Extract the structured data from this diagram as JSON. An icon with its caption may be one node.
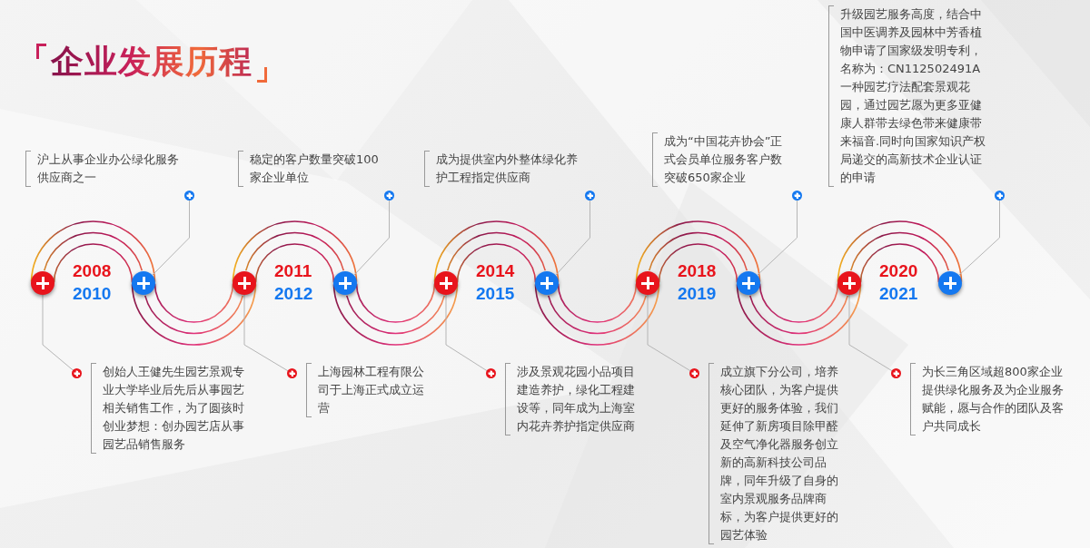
{
  "diagram": {
    "title": "企业发展历程",
    "nodes": [
      {
        "text": [],
        "shape": "circle"
      },
      {
        "text": [],
        "shape": "circle"
      },
      {
        "text": [],
        "shape": "circle"
      },
      {
        "text": [],
        "shape": "circle"
      },
      {
        "text": [],
        "shape": "circle"
      },
      {
        "text": [],
        "shape": "circle"
      },
      {
        "text": [],
        "shape": "circle"
      },
      {
        "text": [],
        "shape": "circle"
      },
      {
        "text": [],
        "shape": "circle"
      },
      {
        "text": [],
        "shape": "circle"
      },
      {
        "text": [
          "创始人王健先生园艺景观专业大学毕业后先后从事园艺相关销售工作，为了圆孩时创业梦想：创办园艺店从事园艺品销售服务"
        ]
      },
      {
        "text": [
          "沪上从事企业办公绿化服务供应商之一"
        ]
      },
      {
        "text": [
          "上海园林工程有限公司于上海正式成立运营"
        ]
      },
      {
        "text": [
          "稳定的客户数量突破100家企业单位"
        ]
      },
      {
        "text": [
          "涉及景观花园小品项目建造养护，绿化工程建设等，同年成为上海室内花卉养护指定供应商"
        ]
      },
      {
        "text": [
          "成为提供室内外整体绿化养护工程指定供应商"
        ]
      },
      {
        "text": [
          "成立旗下分公司，培养核心团队，为客户提供更好的服务体验，我们延伸了新房项目除甲醛及空气净化器服务创立新的高新科技公司品牌，同年升级了自身的室内景观服务品牌商标，为客户提供更好的园艺体验"
        ]
      },
      {
        "text": [
          "成为“中国花卉协会”正式会员单位服务客户数突破650家企业"
        ]
      },
      {
        "text": [
          "为长三角区域超800家企业提供绿化服务及为企业服务赋能，愿与合作的团队及客户共同成长"
        ]
      },
      {
        "text": [
          "升级园艺服务高度，结合中国中医调养及园林中芳香植物申请了国家级发明专利，名称为：CN112502491A一种园艺疗法配套景观花园，通过园艺愿为更多亚健康人群带去绿色带来健康带来福音.同时向国家知识产权局递交的高新技术企业认证的申请"
        ]
      }
    ],
    "edges": [
      {
        "from": 0,
        "to": 1,
        "arrow": "none"
      },
      {
        "from": 1,
        "to": 2,
        "arrow": "none"
      },
      {
        "from": 2,
        "to": 3,
        "arrow": "none"
      },
      {
        "from": 3,
        "to": 4,
        "arrow": "none"
      },
      {
        "from": 4,
        "to": 5,
        "arrow": "none"
      },
      {
        "from": 5,
        "to": 6,
        "arrow": "none"
      },
      {
        "from": 6,
        "to": 7,
        "arrow": "none"
      },
      {
        "from": 7,
        "to": 8,
        "arrow": "none"
      },
      {
        "from": 8,
        "to": 9,
        "arrow": "none"
      },
      {
        "from": 10,
        "to": 0,
        "arrow": "other"
      },
      {
        "from": 11,
        "to": 1,
        "arrow": "other"
      },
      {
        "from": 12,
        "to": 2,
        "arrow": "other"
      },
      {
        "from": 13,
        "to": 3,
        "arrow": "other"
      },
      {
        "from": 14,
        "to": 4,
        "arrow": "other"
      },
      {
        "from": 15,
        "to": 5,
        "arrow": "other"
      },
      {
        "from": 16,
        "to": 6,
        "arrow": "other"
      },
      {
        "from": 17,
        "to": 7,
        "arrow": "other"
      },
      {
        "from": 18,
        "to": 8,
        "arrow": "other"
      },
      {
        "from": 19,
        "to": 9,
        "arrow": "other"
      }
    ],
    "labels": [
      "2008",
      "2010",
      "2011",
      "2012",
      "2014",
      "2015",
      "2018",
      "2019",
      "2020",
      "2021"
    ]
  }
}
